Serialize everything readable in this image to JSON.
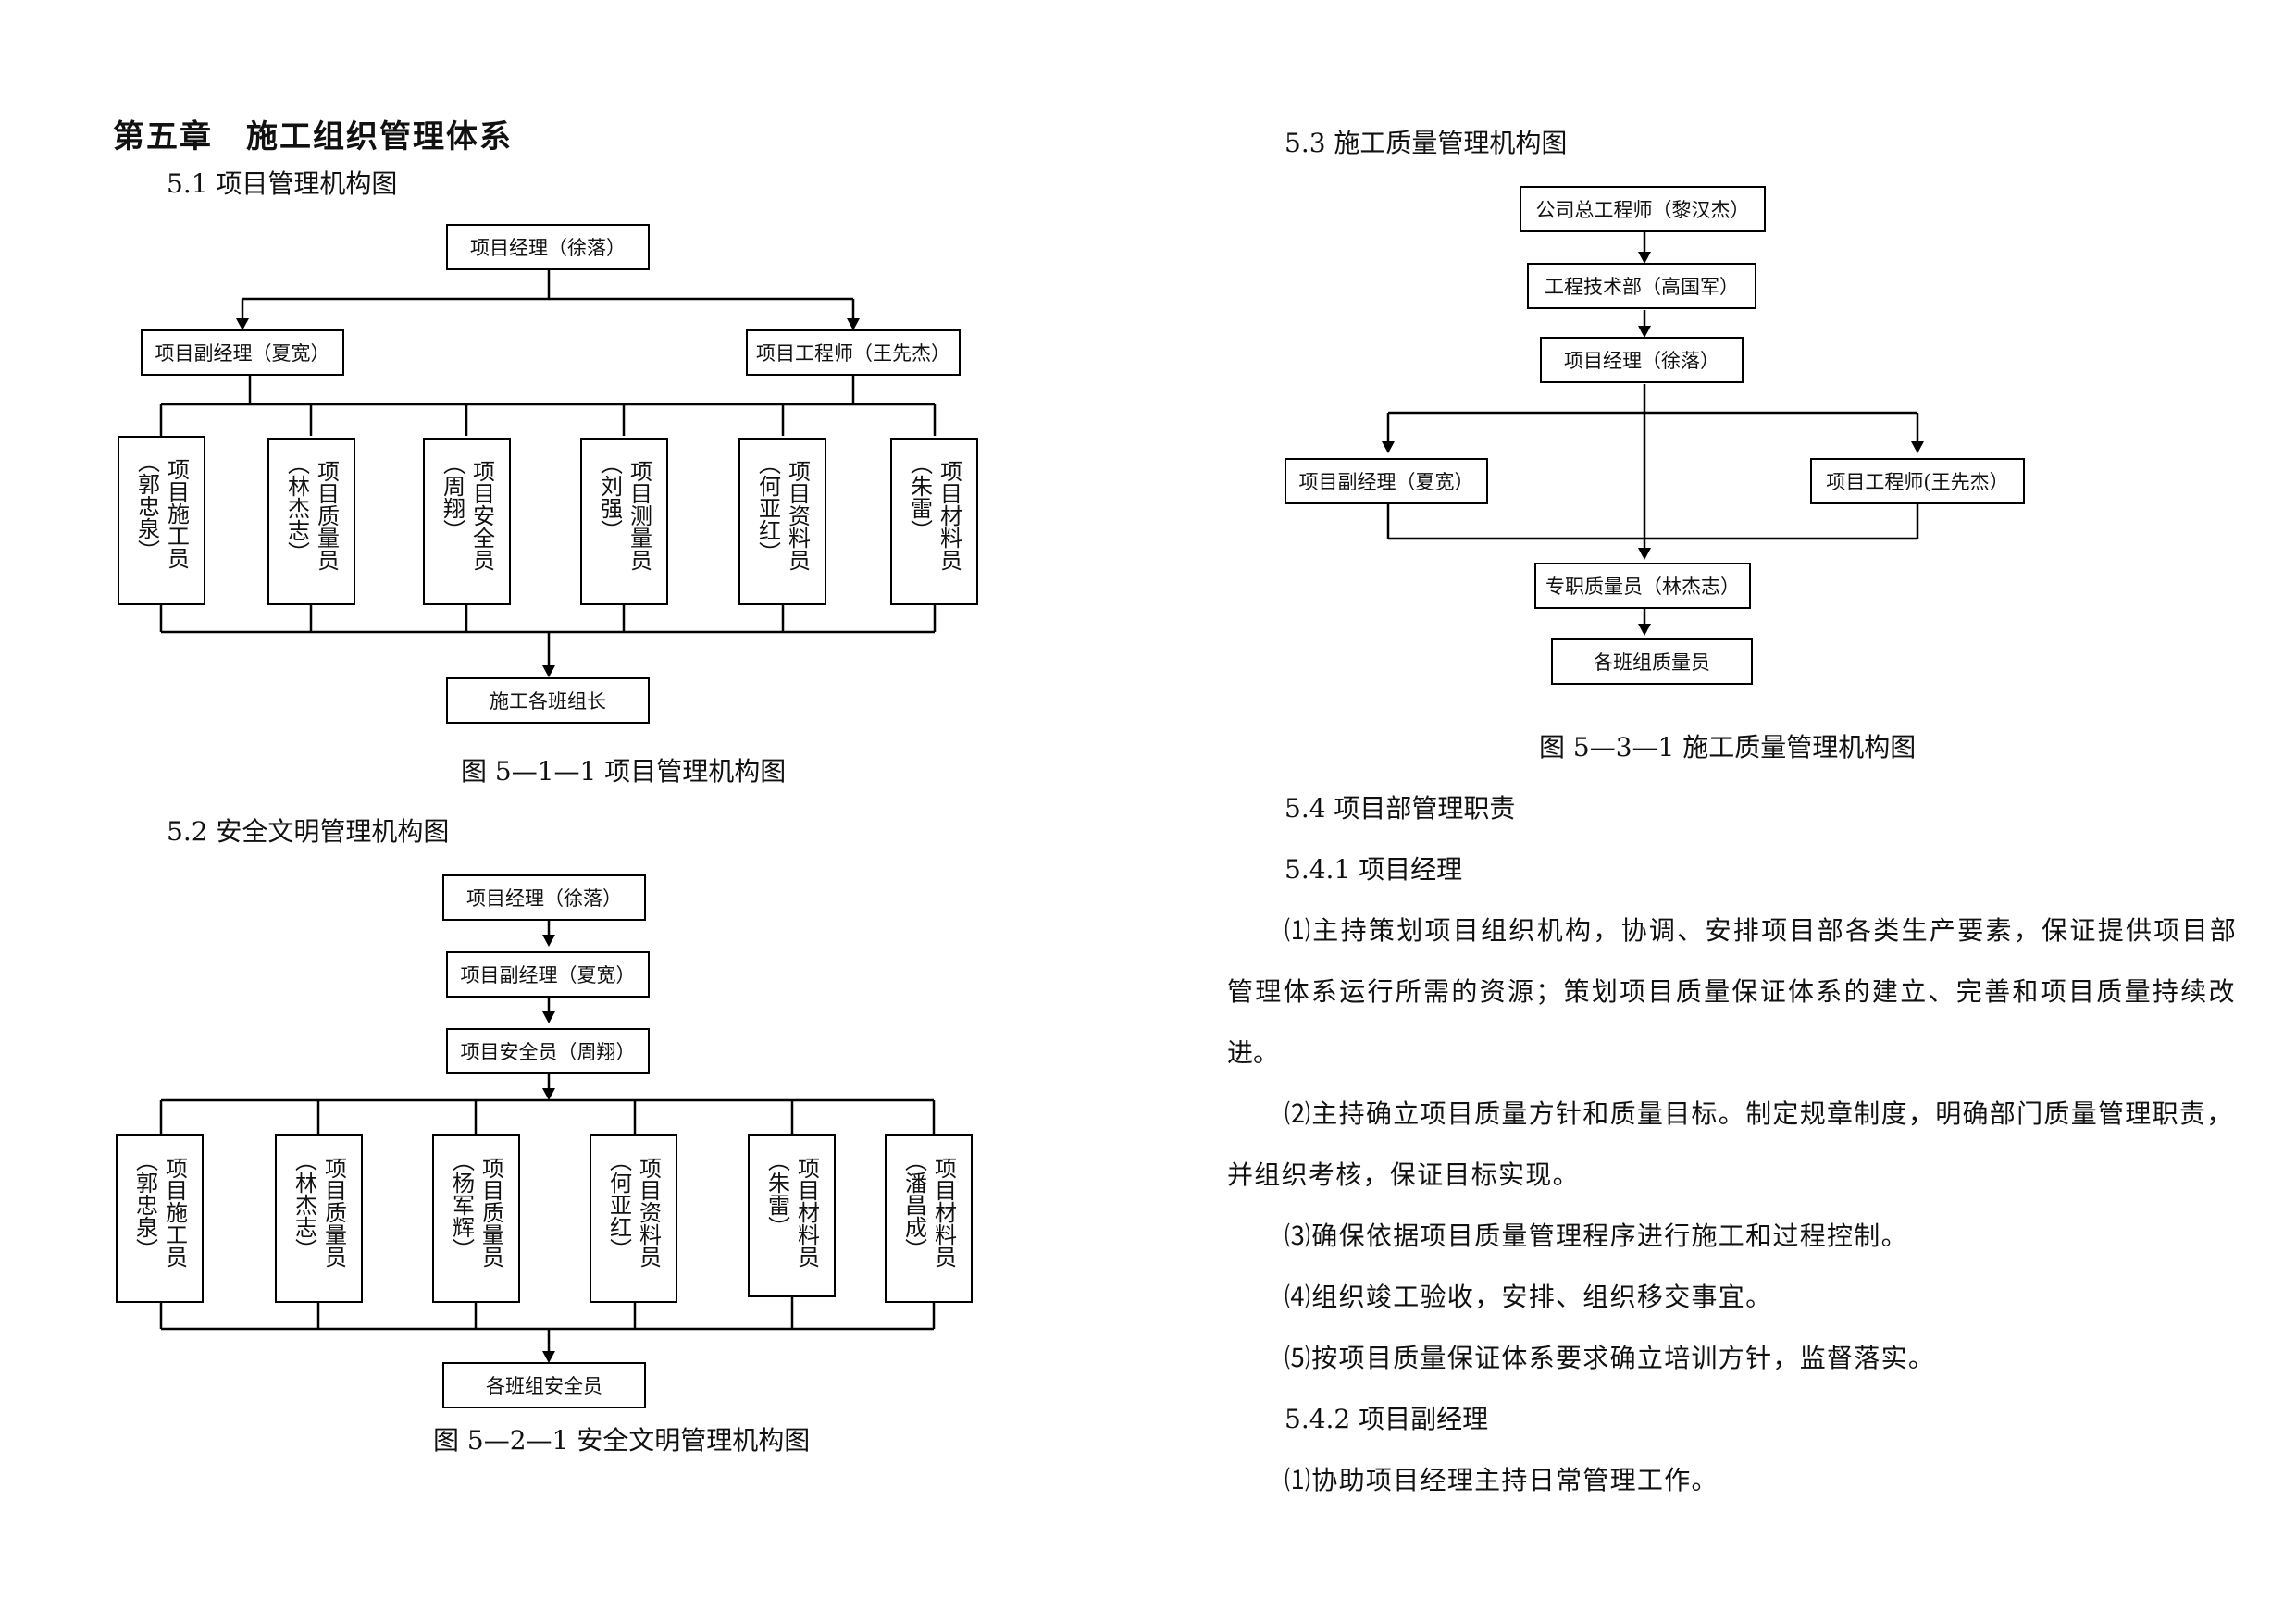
{
  "chapter_title": "第五章　施工组织管理体系",
  "section_5_1": "5.1 项目管理机构图",
  "section_5_2": "5.2 安全文明管理机构图",
  "section_5_3": "5.3 施工质量管理机构图",
  "chart1": {
    "manager": "项目经理（徐落）",
    "deputy": "项目副经理（夏宽）",
    "engineer": "项目工程师（王先杰）",
    "staff": [
      {
        "role": "项目施工员",
        "name": "郭忠泉"
      },
      {
        "role": "项目质量员",
        "name": "林杰志"
      },
      {
        "role": "项目安全员",
        "name": "周翔"
      },
      {
        "role": "项目测量员",
        "name": "刘强"
      },
      {
        "role": "项目资料员",
        "name": "何亚红"
      },
      {
        "role": "项目材料员",
        "name": "朱雷"
      }
    ],
    "bottom": "施工各班组长",
    "caption": "图 5—1—1 项目管理机构图"
  },
  "chart2": {
    "manager": "项目经理（徐落）",
    "deputy": "项目副经理（夏宽）",
    "safety": "项目安全员（周翔）",
    "staff": [
      {
        "role": "项目施工员",
        "name": "郭忠泉"
      },
      {
        "role": "项目质量员",
        "name": "林杰志"
      },
      {
        "role": "项目质量员",
        "name": "杨军辉"
      },
      {
        "role": "项目资料员",
        "name": "何亚红"
      },
      {
        "role": "项目材料员",
        "name": "朱雷"
      },
      {
        "role": "项目材料员",
        "name": "潘昌成"
      }
    ],
    "bottom": "各班组安全员",
    "caption": "图 5—2—1 安全文明管理机构图"
  },
  "chart3": {
    "chief": "公司总工程师（黎汉杰）",
    "tech_dept": "工程技术部（高国军）",
    "manager": "项目经理（徐落）",
    "deputy": "项目副经理（夏宽）",
    "engineer": "项目工程师(王先杰）",
    "quality_officer": "专职质量员（林杰志）",
    "team_quality": "各班组质量员",
    "caption": "图 5—3—1 施工质量管理机构图"
  },
  "section_5_4": "5.4 项目部管理职责",
  "section_5_4_1": "5.4.1 项目经理",
  "p1_line1": "⑴主持策划项目组织机构，协调、安排项目部各类生产要素，保证提供项目部",
  "p1_line2": "管理体系运行所需的资源；策划项目质量保证体系的建立、完善和项目质量持续改",
  "p1_line3": "进。",
  "p2_line1": "⑵主持确立项目质量方针和质量目标。制定规章制度，明确部门质量管理职责，",
  "p2_line2": "并组织考核，保证目标实现。",
  "p3": "⑶确保依据项目质量管理程序进行施工和过程控制。",
  "p4": "⑷组织竣工验收，安排、组织移交事宜。",
  "p5": "⑸按项目质量保证体系要求确立培训方针，监督落实。",
  "section_5_4_2": "5.4.2 项目副经理",
  "p6": "⑴协助项目经理主持日常管理工作。"
}
